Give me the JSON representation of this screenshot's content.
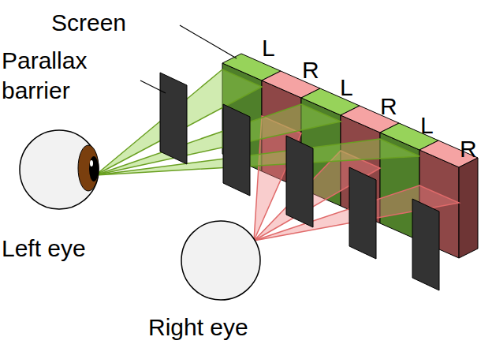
{
  "diagram": {
    "labels": [
      "Screen",
      "Parallax barrier",
      "L",
      "R",
      "L",
      "R",
      "L",
      "R",
      "Left eye",
      "Right eye"
    ]
  }
}
